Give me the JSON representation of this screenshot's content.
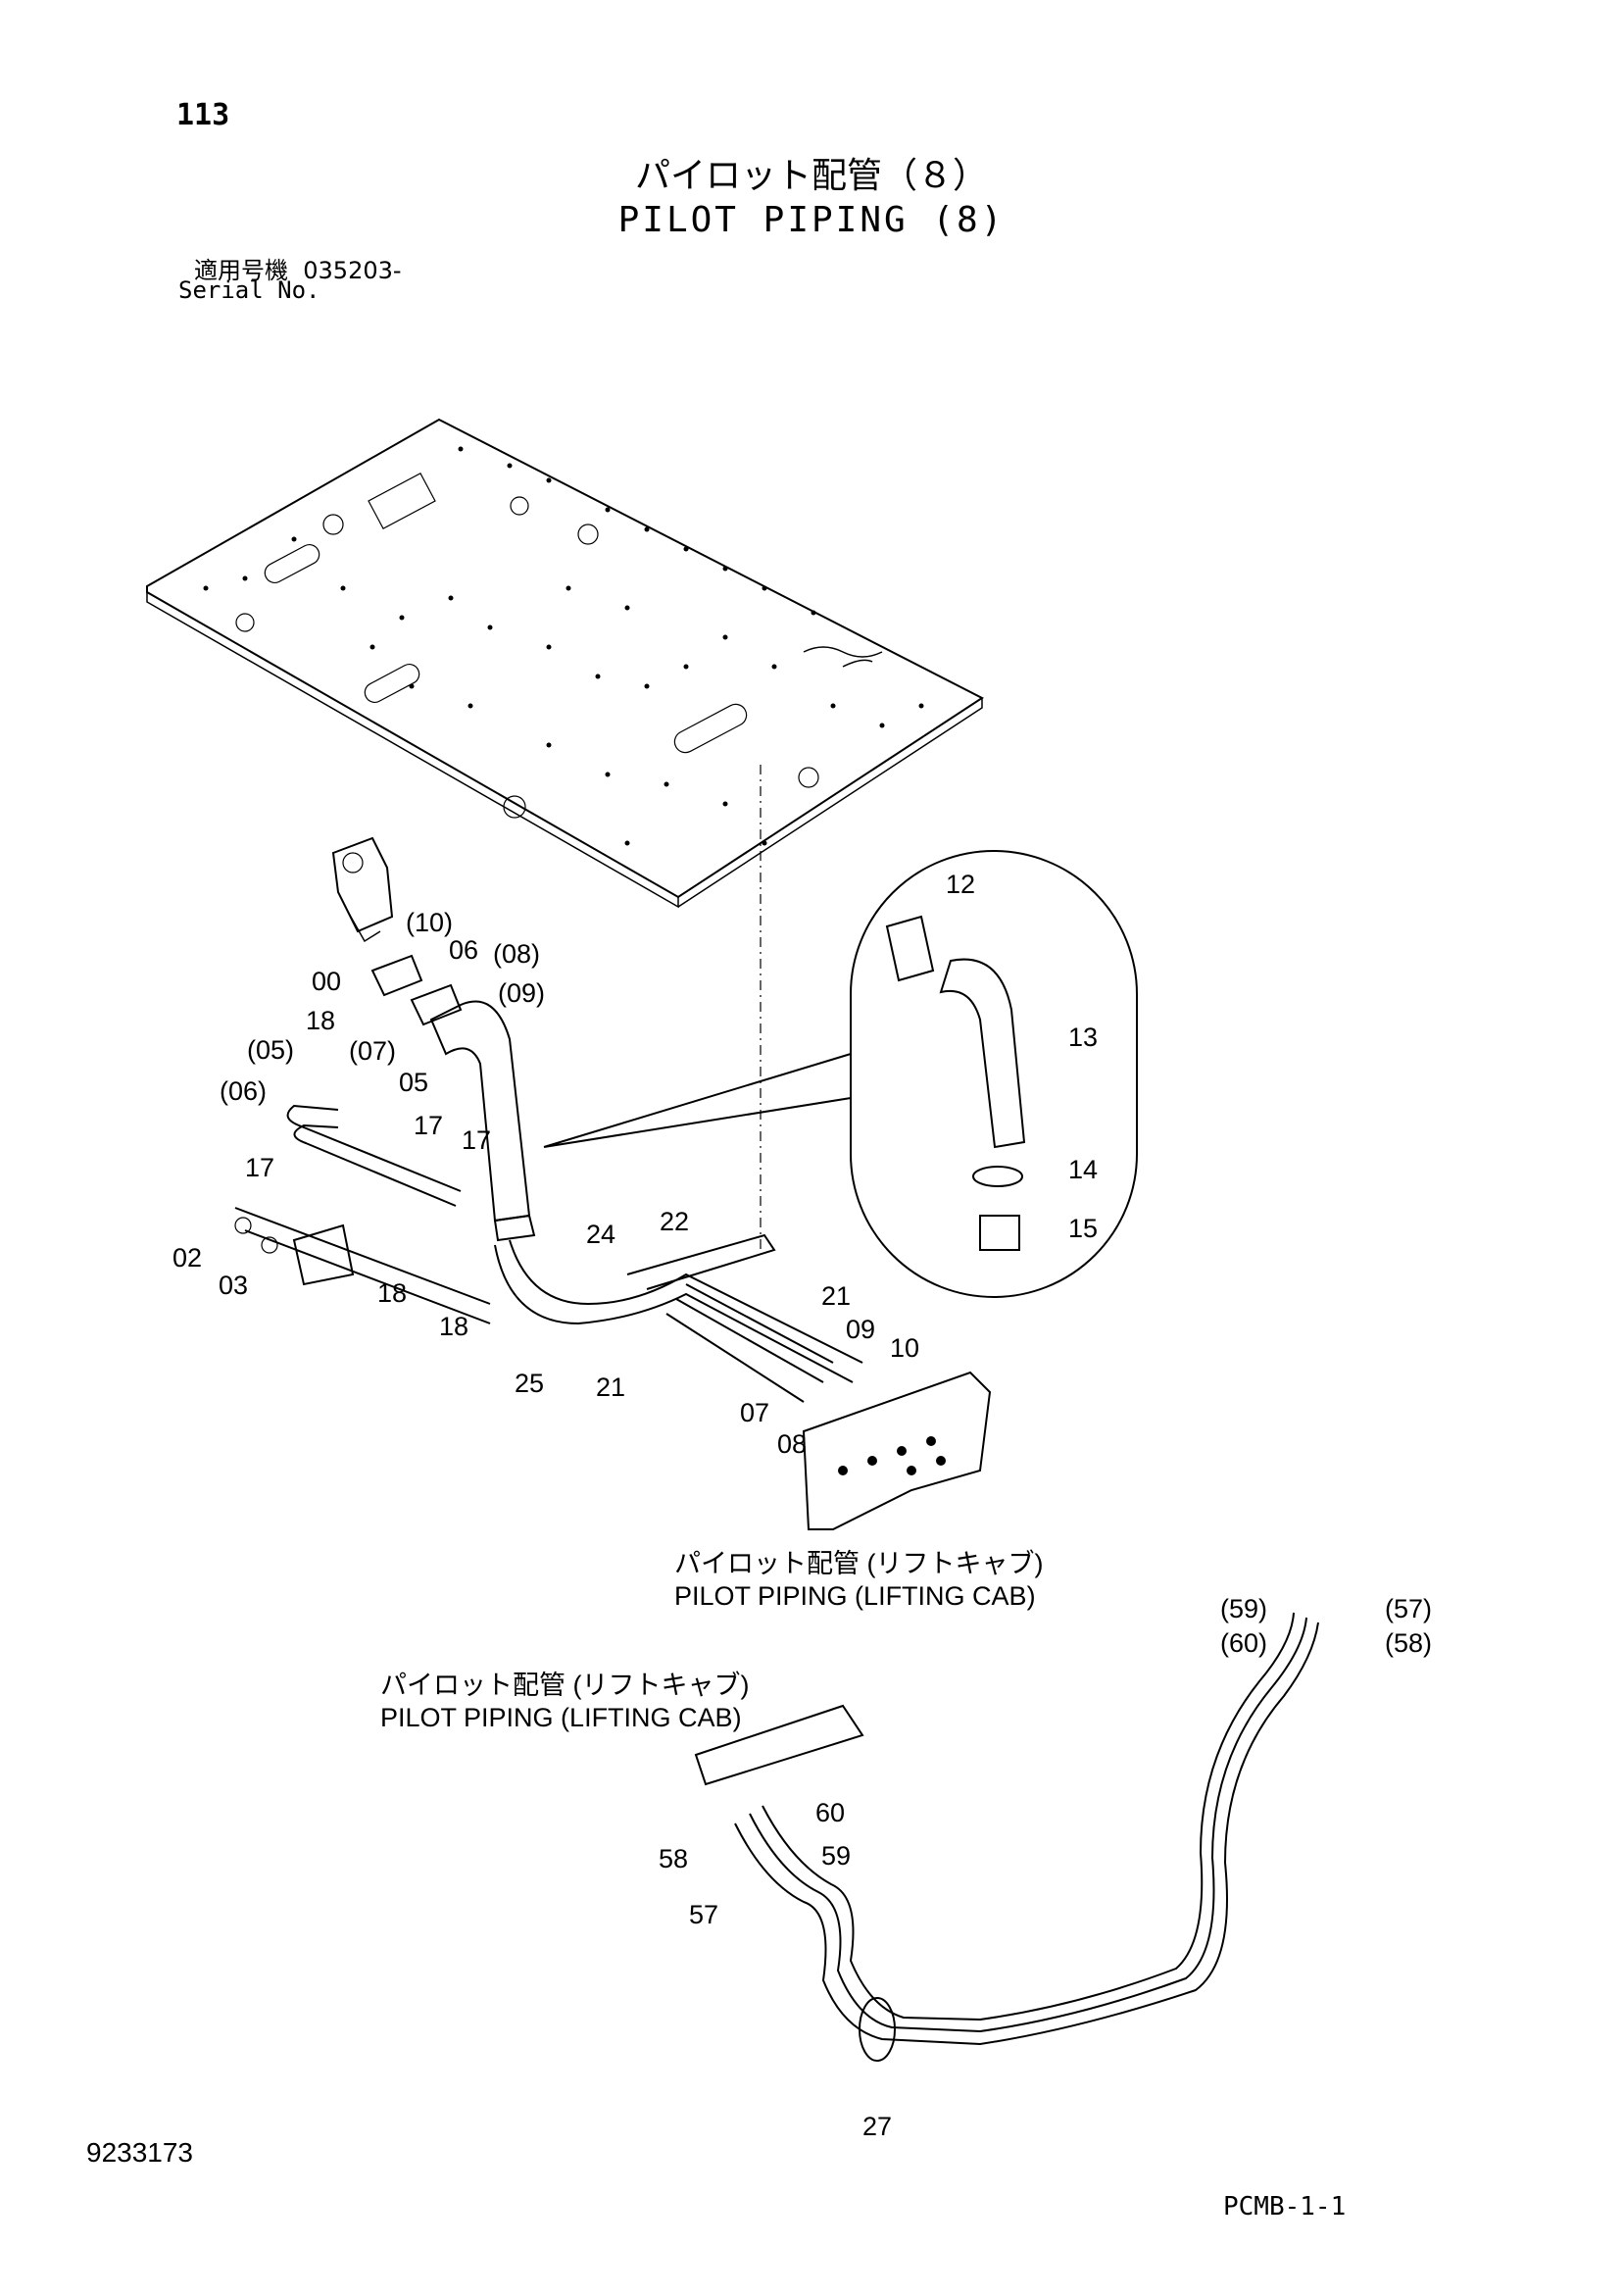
{
  "header": {
    "page_number": "113",
    "title_jp": "パイロット配管（８）",
    "title_en": "PILOT PIPING (8)",
    "serial_label_jp": "適用号機",
    "serial_value": "035203-",
    "serial_label_en": "Serial No."
  },
  "captions": {
    "lifting_cab_jp_1": "パイロット配管 (リフトキャブ)",
    "lifting_cab_en_1": "PILOT PIPING (LIFTING CAB)",
    "lifting_cab_jp_2": "パイロット配管 (リフトキャブ)",
    "lifting_cab_en_2": "PILOT PIPING (LIFTING CAB)"
  },
  "part_labels": {
    "p00": "00",
    "p02": "02",
    "p03": "03",
    "p05": "05",
    "p06": "06",
    "p05b": "(05)",
    "p06b": "(06)",
    "p07b": "(07)",
    "p08b": "(08)",
    "p09b": "(09)",
    "p10b": "(10)",
    "p07": "07",
    "p08": "08",
    "p09": "09",
    "p10": "10",
    "p12": "12",
    "p13": "13",
    "p14": "14",
    "p15": "15",
    "p17a": "17",
    "p17b": "17",
    "p17c": "17",
    "p18a": "18",
    "p18b": "18",
    "p18c": "18",
    "p21a": "21",
    "p21b": "21",
    "p22": "22",
    "p24": "24",
    "p25": "25",
    "p27": "27",
    "p57": "57",
    "p58": "58",
    "p59": "59",
    "p60": "60",
    "p57b": "(57)",
    "p58b": "(58)",
    "p59b": "(59)",
    "p60b": "(60)"
  },
  "footer": {
    "doc_number": "9233173",
    "code": "PCMB-1-1"
  }
}
